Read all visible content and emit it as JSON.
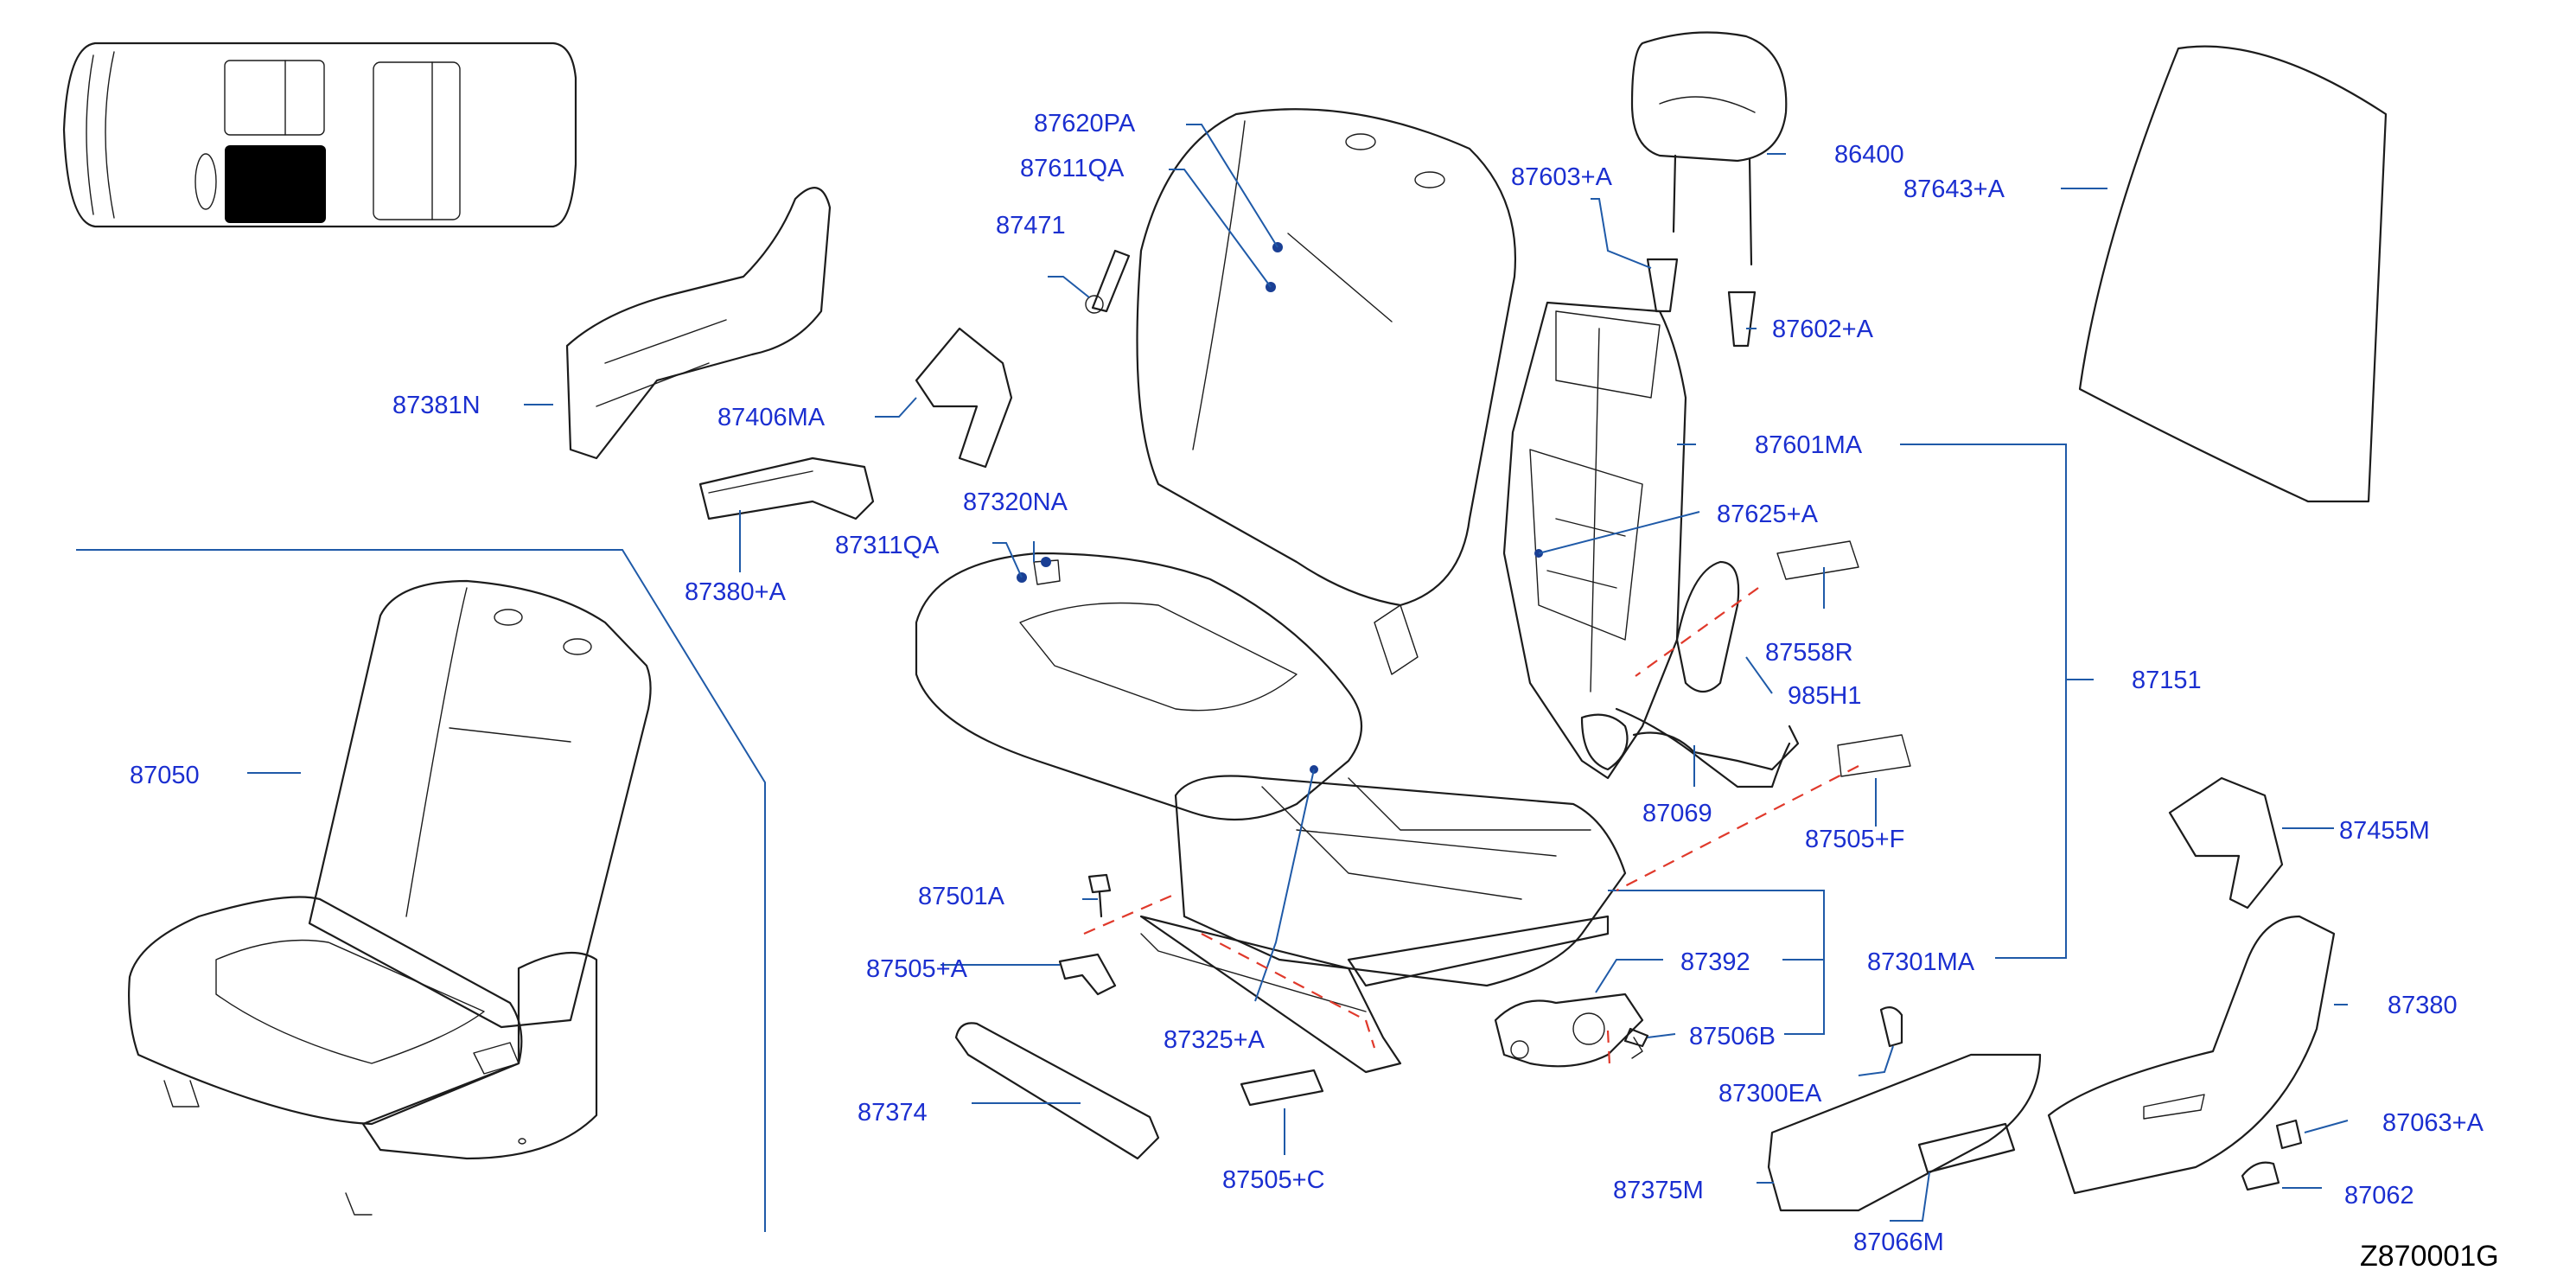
{
  "diagram_code": "Z870001G",
  "parts": {
    "p87620PA": "87620PA",
    "p87611QA": "87611QA",
    "p87471": "87471",
    "p87381N": "87381N",
    "p87406MA": "87406MA",
    "p87380A": "87380+A",
    "p87320NA": "87320NA",
    "p87311QA": "87311QA",
    "p87603A": "87603+A",
    "p86400": "86400",
    "p87643A": "87643+A",
    "p87602A": "87602+A",
    "p87601MA": "87601MA",
    "p87625A": "87625+A",
    "p87558R": "87558R",
    "p985H1": "985H1",
    "p87151": "87151",
    "p87069": "87069",
    "p87505F": "87505+F",
    "p87455M": "87455M",
    "p87050": "87050",
    "p87501A": "87501A",
    "p87505A": "87505+A",
    "p87392": "87392",
    "p87301MA": "87301MA",
    "p87325A": "87325+A",
    "p87506B": "87506B",
    "p87380": "87380",
    "p87300EA": "87300EA",
    "p87374": "87374",
    "p87063A": "87063+A",
    "p87375M": "87375M",
    "p87505C": "87505+C",
    "p87062": "87062",
    "p87066M": "87066M"
  }
}
